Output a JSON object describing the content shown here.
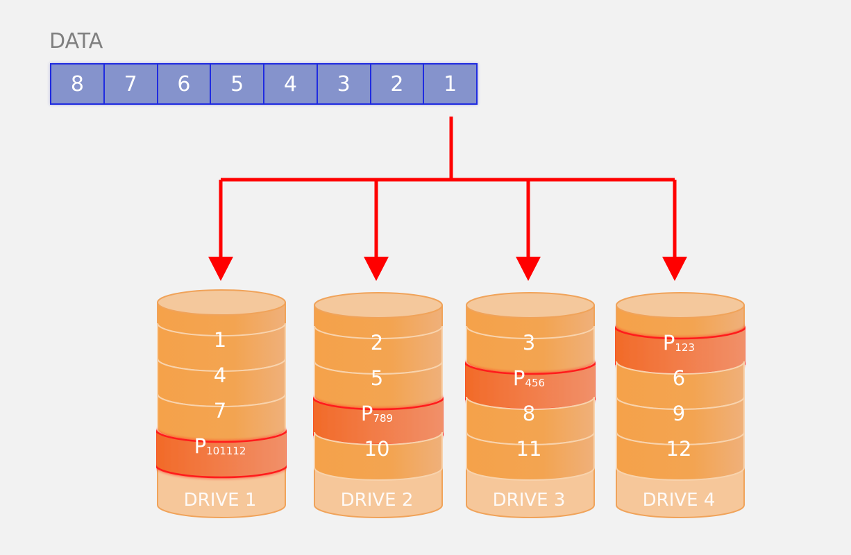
{
  "data_label": "DATA",
  "data_blocks": [
    "8",
    "7",
    "6",
    "5",
    "4",
    "3",
    "2",
    "1"
  ],
  "colors": {
    "background": "#f2f2f2",
    "data_fill": "#8593cc",
    "data_border": "#1f2be0",
    "arrow": "#ff0000",
    "drive_orange": "#f39a3e",
    "parity_orange": "#f07a35",
    "parity_border": "#ff1a1a"
  },
  "drives": [
    {
      "label": "DRIVE 1",
      "rows": [
        {
          "text": "1",
          "sub": "",
          "parity": false
        },
        {
          "text": "4",
          "sub": "",
          "parity": false
        },
        {
          "text": "7",
          "sub": "",
          "parity": false
        },
        {
          "text": "P",
          "sub": "101112",
          "parity": true
        }
      ]
    },
    {
      "label": "DRIVE 2",
      "rows": [
        {
          "text": "2",
          "sub": "",
          "parity": false
        },
        {
          "text": "5",
          "sub": "",
          "parity": false
        },
        {
          "text": "P",
          "sub": "789",
          "parity": true
        },
        {
          "text": "10",
          "sub": "",
          "parity": false
        }
      ]
    },
    {
      "label": "DRIVE 3",
      "rows": [
        {
          "text": "3",
          "sub": "",
          "parity": false
        },
        {
          "text": "P",
          "sub": "456",
          "parity": true
        },
        {
          "text": "8",
          "sub": "",
          "parity": false
        },
        {
          "text": "11",
          "sub": "",
          "parity": false
        }
      ]
    },
    {
      "label": "DRIVE 4",
      "rows": [
        {
          "text": "P",
          "sub": "123",
          "parity": true
        },
        {
          "text": "6",
          "sub": "",
          "parity": false
        },
        {
          "text": "9",
          "sub": "",
          "parity": false
        },
        {
          "text": "12",
          "sub": "",
          "parity": false
        }
      ]
    }
  ]
}
